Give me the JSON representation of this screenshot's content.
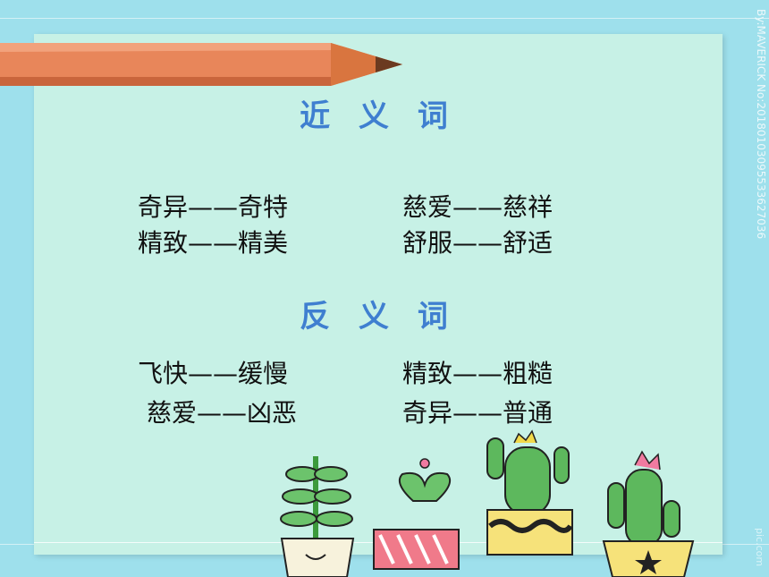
{
  "watermark": "By:MAVERICK No:20180103095533627036",
  "watermark_bottom": "pic.com",
  "synonyms": {
    "title": "近 义 词",
    "pairs": [
      "奇异——奇特",
      "慈爱——慈祥",
      "精致——精美",
      "舒服——舒适"
    ]
  },
  "antonyms": {
    "title": "反 义 词",
    "pairs": [
      "飞快——缓慢",
      "精致——粗糙",
      "慈爱——凶恶",
      "奇异——普通"
    ]
  },
  "colors": {
    "background": "#9ee0ec",
    "card": "#c7f1e6",
    "title": "#3f7fd0",
    "pencil": "#e8865a"
  },
  "icons": [
    "pencil-icon",
    "plant-pots-icon"
  ]
}
